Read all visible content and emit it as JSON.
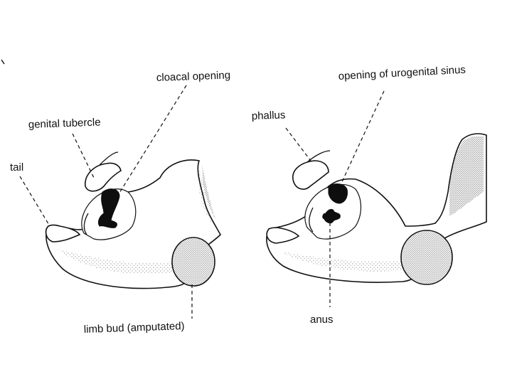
{
  "figure": {
    "labels": {
      "cloacal_opening": "cloacal opening",
      "genital_tubercle": "genital tubercle",
      "tail": "tail",
      "limb_bud": "limb bud (amputated)",
      "phallus": "phallus",
      "urogenital_sinus_opening": "opening of urogenital sinus",
      "anus": "anus"
    }
  }
}
